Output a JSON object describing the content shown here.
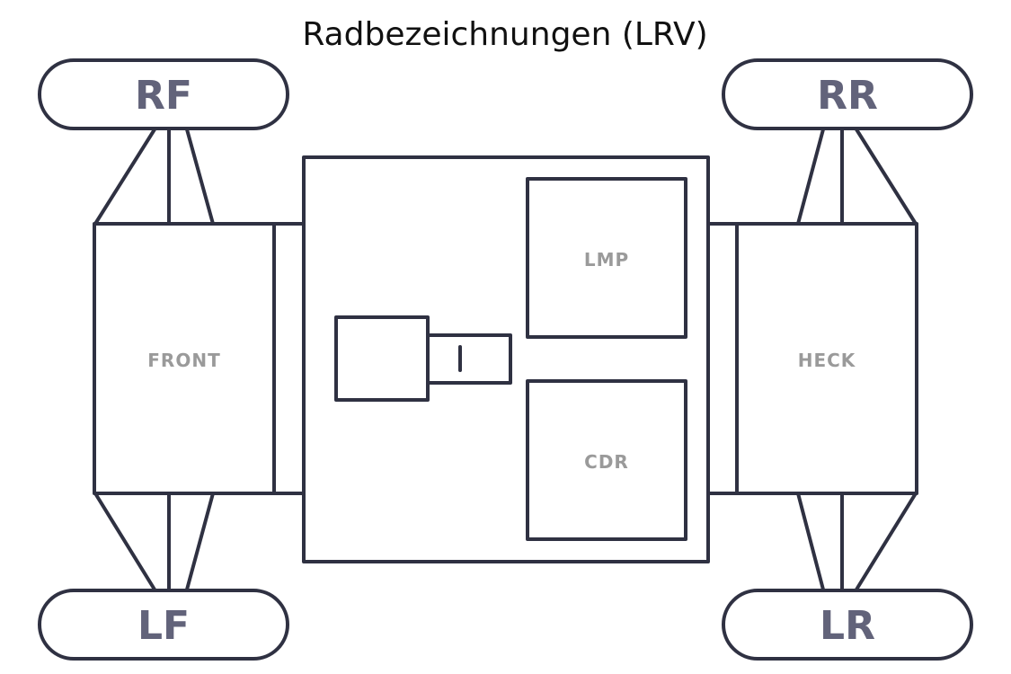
{
  "title": "Radbezeichnungen (LRV)",
  "colors": {
    "line": "#2f3142",
    "wheel_label": "#62637a",
    "box_label": "#9a9a9a",
    "title": "#111111"
  },
  "wheels": {
    "rf": "RF",
    "rr": "RR",
    "lf": "LF",
    "lr": "LR"
  },
  "sections": {
    "front": "FRONT",
    "rear": "HECK"
  },
  "modules": {
    "lmp": "LMP",
    "cdr": "CDR"
  }
}
